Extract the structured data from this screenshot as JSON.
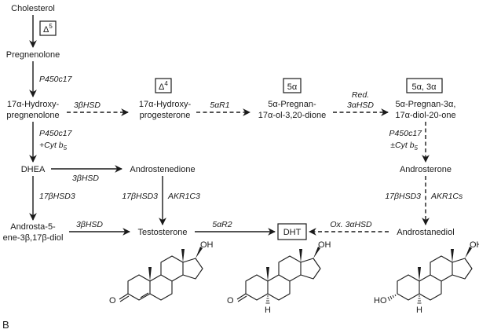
{
  "panel_label": "B",
  "compounds": {
    "cholesterol": "Cholesterol",
    "pregnenolone": "Pregnenolone",
    "hydroxypreg_1": "17α-Hydroxy-",
    "hydroxypreg_2": "pregnenolone",
    "hydroxyprog_1": "17α-Hydroxy-",
    "hydroxyprog_2": "progesterone",
    "pregnandione_1": "5α-Pregnan-",
    "pregnandione_2": "17α-ol-3,20-dione",
    "pregnandiol_1": "5α-Pregnan-3α,",
    "pregnandiol_2": "17α-diol-20-one",
    "dhea": "DHEA",
    "androstenedione": "Androstenedione",
    "androsterone": "Androsterone",
    "androstenediol_1": "Androsta-5-",
    "androstenediol_2": "ene-3β,17β-diol",
    "testosterone": "Testosterone",
    "dht": "DHT",
    "androstanediol": "Androstanediol"
  },
  "class_boxes": {
    "delta5_base": "Δ",
    "delta5_sup": "5",
    "delta4_base": "Δ",
    "delta4_sup": "4",
    "five_alpha": "5α",
    "five_alpha_three_alpha": "5α, 3α"
  },
  "enzymes": {
    "p450c17_a": "P450c17",
    "p450c17_b": "P450c17",
    "cytb5_b_prefix": "+Cyt b",
    "cytb5_b_sub": "5",
    "hsd3b_a": "3βHSD",
    "r1": "5αR1",
    "red_1": "Red.",
    "red_2": "3αHSD",
    "p450c17_c": "P450c17",
    "cytb5_c_prefix": "±Cyt b",
    "cytb5_c_sub": "5",
    "hsd3b_b": "3βHSD",
    "hsd17b3_a": "17βHSD3",
    "hsd17b3_b": "17βHSD3",
    "akr1c3": "AKR1C3",
    "hsd17b3_c": "17βHSD3",
    "akr1cs": "AKR1Cs",
    "hsd3b_c": "3βHSD",
    "r2": "5αR2",
    "ox_3ahsd": "Ox. 3αHSD"
  },
  "structure_atoms": {
    "oh": "OH",
    "o": "O",
    "h": "H",
    "ho": "HO"
  }
}
